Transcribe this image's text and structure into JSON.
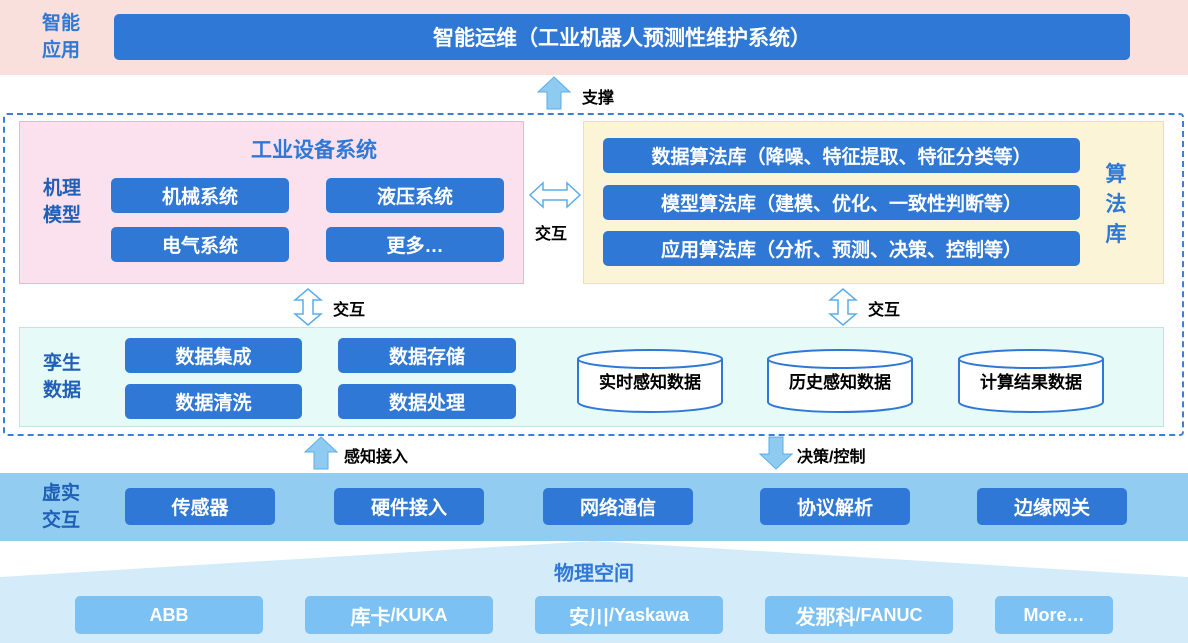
{
  "app_layer": {
    "label": "智能应用",
    "banner": "智能运维（工业机器人预测性维护系统）"
  },
  "support_label": "支撑",
  "mechanism": {
    "label": "机理模型",
    "title": "工业设备系统",
    "items": [
      "机械系统",
      "液压系统",
      "电气系统",
      "更多…"
    ]
  },
  "interact_label": "交互",
  "algorithm": {
    "label": "算法库",
    "items": [
      "数据算法库（降噪、特征提取、特征分类等）",
      "模型算法库（建模、优化、一致性判断等）",
      "应用算法库（分析、预测、决策、控制等）"
    ]
  },
  "twin_data": {
    "label": "孪生数据",
    "items": [
      "数据集成",
      "数据存储",
      "数据清洗",
      "数据处理"
    ],
    "stores": [
      "实时感知数据",
      "历史感知数据",
      "计算结果数据"
    ]
  },
  "sense_access_label": "感知接入",
  "decision_control_label": "决策/控制",
  "virtual_real": {
    "label": "虚实交互",
    "items": [
      "传感器",
      "硬件接入",
      "网络通信",
      "协议解析",
      "边缘网关"
    ]
  },
  "physical": {
    "title": "物理空间",
    "vendors": [
      {
        "cn": "",
        "en": "ABB"
      },
      {
        "cn": "库卡",
        "en": "/KUKA"
      },
      {
        "cn": "安川",
        "en": "/Yaskawa"
      },
      {
        "cn": "发那科",
        "en": "/FANUC"
      },
      {
        "cn": "",
        "en": "More…"
      }
    ]
  },
  "colors": {
    "primary_blue": "#2f78d6",
    "app_bg": "#fae0dc",
    "mechanism_bg": "#fbe1ee",
    "algorithm_bg": "#fbf4d6",
    "twin_bg": "#e6faf7",
    "virtual_bg": "#93ccf1",
    "physical_bg": "#d4ebfa",
    "vendor_bg": "#7cc1f4",
    "arrow_blue": "#8fcbf0"
  }
}
